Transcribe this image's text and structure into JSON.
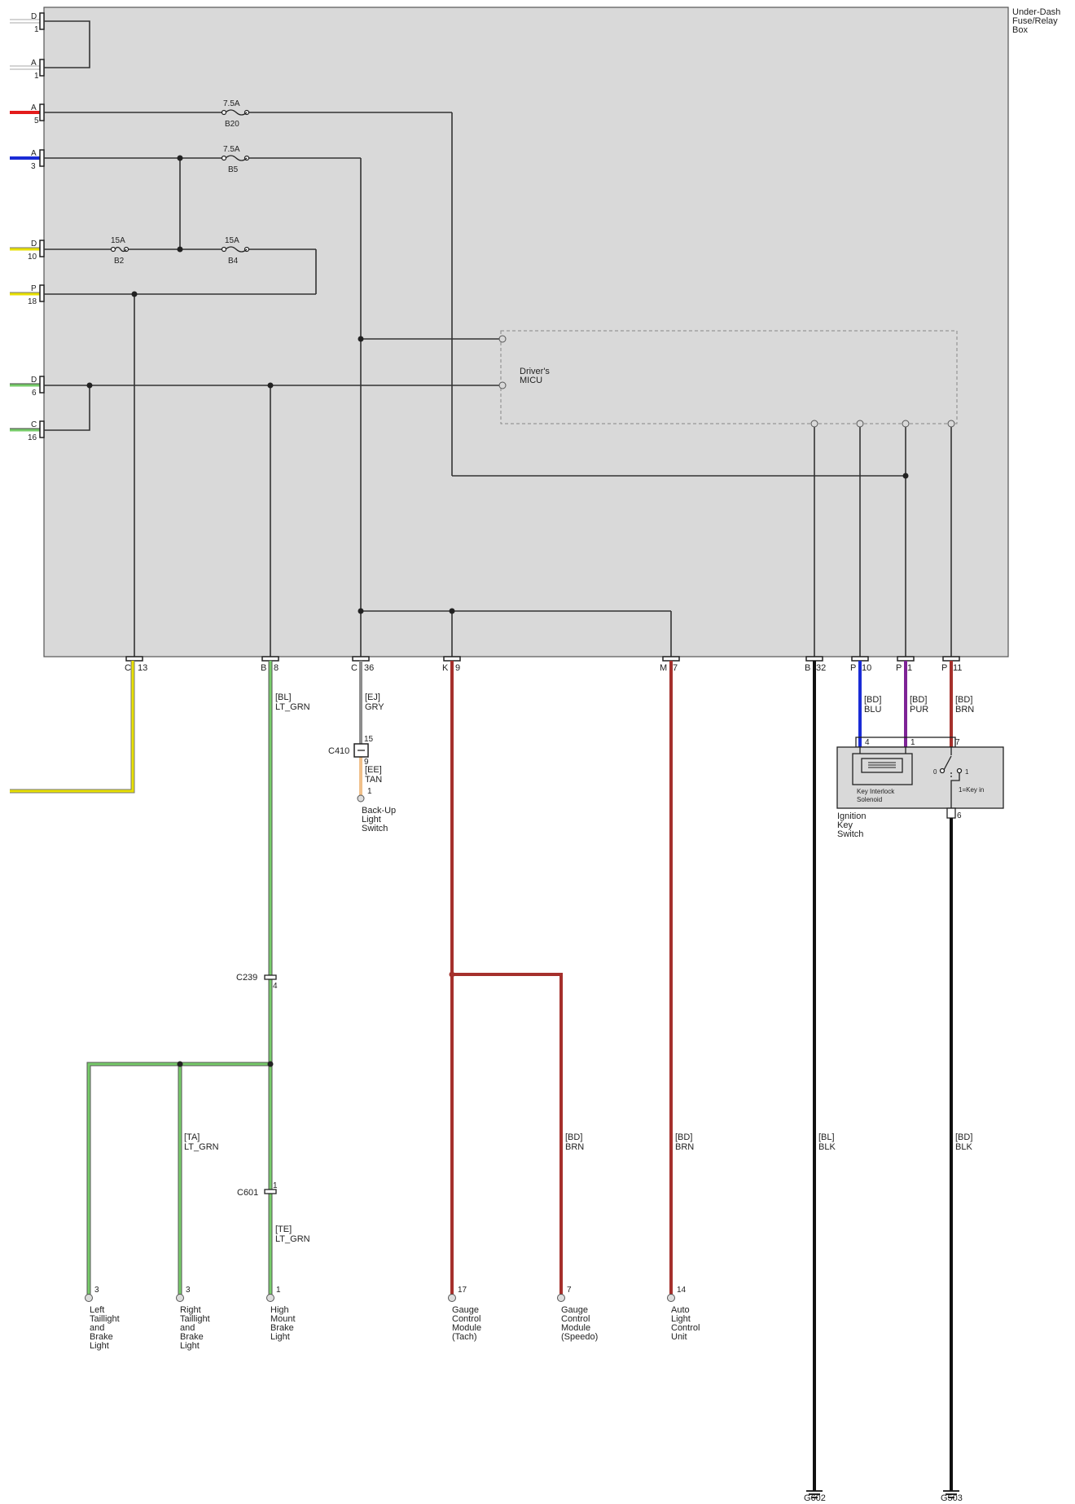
{
  "colors": {
    "box_fill": "#d9d9d9",
    "box_stroke": "#555555",
    "wire_dark": "#333333",
    "red": "#e31b1b",
    "blue": "#1a2bd6",
    "yellow": "#e8e000",
    "green": "#77cc6a",
    "gray": "#8c8c8c",
    "tan": "#f0c08a",
    "brown": "#a5302c",
    "purple": "#7e2396",
    "black": "#111111"
  },
  "fuse_box": {
    "title": [
      "Under-Dash",
      "Fuse/Relay",
      "Box"
    ],
    "left_connectors": [
      {
        "letter": "D",
        "pin": "1"
      },
      {
        "letter": "A",
        "pin": "1"
      },
      {
        "letter": "A",
        "pin": "5"
      },
      {
        "letter": "A",
        "pin": "3"
      },
      {
        "letter": "D",
        "pin": "10"
      },
      {
        "letter": "P",
        "pin": "18"
      },
      {
        "letter": "D",
        "pin": "6"
      },
      {
        "letter": "C",
        "pin": "16"
      }
    ],
    "fuses": [
      {
        "amps": "7.5A",
        "name": "B20"
      },
      {
        "amps": "7.5A",
        "name": "B5"
      },
      {
        "amps": "15A",
        "name": "B2"
      },
      {
        "amps": "15A",
        "name": "B4"
      }
    ],
    "micu": [
      "Driver's",
      "MICU"
    ],
    "bottom_connectors": [
      {
        "letter": "C",
        "pin": "13"
      },
      {
        "letter": "B",
        "pin": "8"
      },
      {
        "letter": "C",
        "pin": "36"
      },
      {
        "letter": "K",
        "pin": "9"
      },
      {
        "letter": "M",
        "pin": "7"
      },
      {
        "letter": "B",
        "pin": "32"
      },
      {
        "letter": "P",
        "pin": "10"
      },
      {
        "letter": "P",
        "pin": "1"
      },
      {
        "letter": "P",
        "pin": "11"
      }
    ]
  },
  "wire_labels": {
    "bl_ltgrn": [
      "[BL]",
      "LT_GRN"
    ],
    "ej_gry": [
      "[EJ]",
      "GRY"
    ],
    "ee_tan": [
      "[EE]",
      "TAN"
    ],
    "bd_blu": [
      "[BD]",
      "BLU"
    ],
    "bd_pur": [
      "[BD]",
      "PUR"
    ],
    "bd_brn_top": [
      "[BD]",
      "BRN"
    ],
    "ta_ltgrn": [
      "[TA]",
      "LT_GRN"
    ],
    "te_ltgrn": [
      "[TE]",
      "LT_GRN"
    ],
    "bd_brn_speedo": [
      "[BD]",
      "BRN"
    ],
    "bd_brn_auto": [
      "[BD]",
      "BRN"
    ],
    "bl_blk": [
      "[BL]",
      "BLK"
    ],
    "bd_blk": [
      "[BD]",
      "BLK"
    ]
  },
  "connectors": {
    "c410": {
      "name": "C410",
      "pin_top": "15",
      "pin_bottom": "9"
    },
    "c239": {
      "name": "C239",
      "pin": "4"
    },
    "c601": {
      "name": "C601",
      "pin": "1"
    }
  },
  "backup_switch": {
    "pin": "1",
    "label": [
      "Back-Up",
      "Light",
      "Switch"
    ]
  },
  "ignition_switch": {
    "label": [
      "Ignition",
      "Key",
      "Switch"
    ],
    "pins": [
      "4",
      "1",
      "7"
    ],
    "bottom_pin": "6",
    "solenoid": [
      "Key Interlock",
      "Solenoid"
    ],
    "pos0": "0",
    "pos1": "1",
    "note": "1=Key in"
  },
  "loads": [
    {
      "pin": "3",
      "label": [
        "Left",
        "Taillight",
        "and",
        "Brake",
        "Light"
      ]
    },
    {
      "pin": "3",
      "label": [
        "Right",
        "Taillight",
        "and",
        "Brake",
        "Light"
      ]
    },
    {
      "pin": "1",
      "label": [
        "High",
        "Mount",
        "Brake",
        "Light"
      ]
    },
    {
      "pin": "17",
      "label": [
        "Gauge",
        "Control",
        "Module",
        "(Tach)"
      ]
    },
    {
      "pin": "7",
      "label": [
        "Gauge",
        "Control",
        "Module",
        "(Speedo)"
      ]
    },
    {
      "pin": "14",
      "label": [
        "Auto",
        "Light",
        "Control",
        "Unit"
      ]
    }
  ],
  "grounds": [
    {
      "name": "G602"
    },
    {
      "name": "G503"
    }
  ]
}
